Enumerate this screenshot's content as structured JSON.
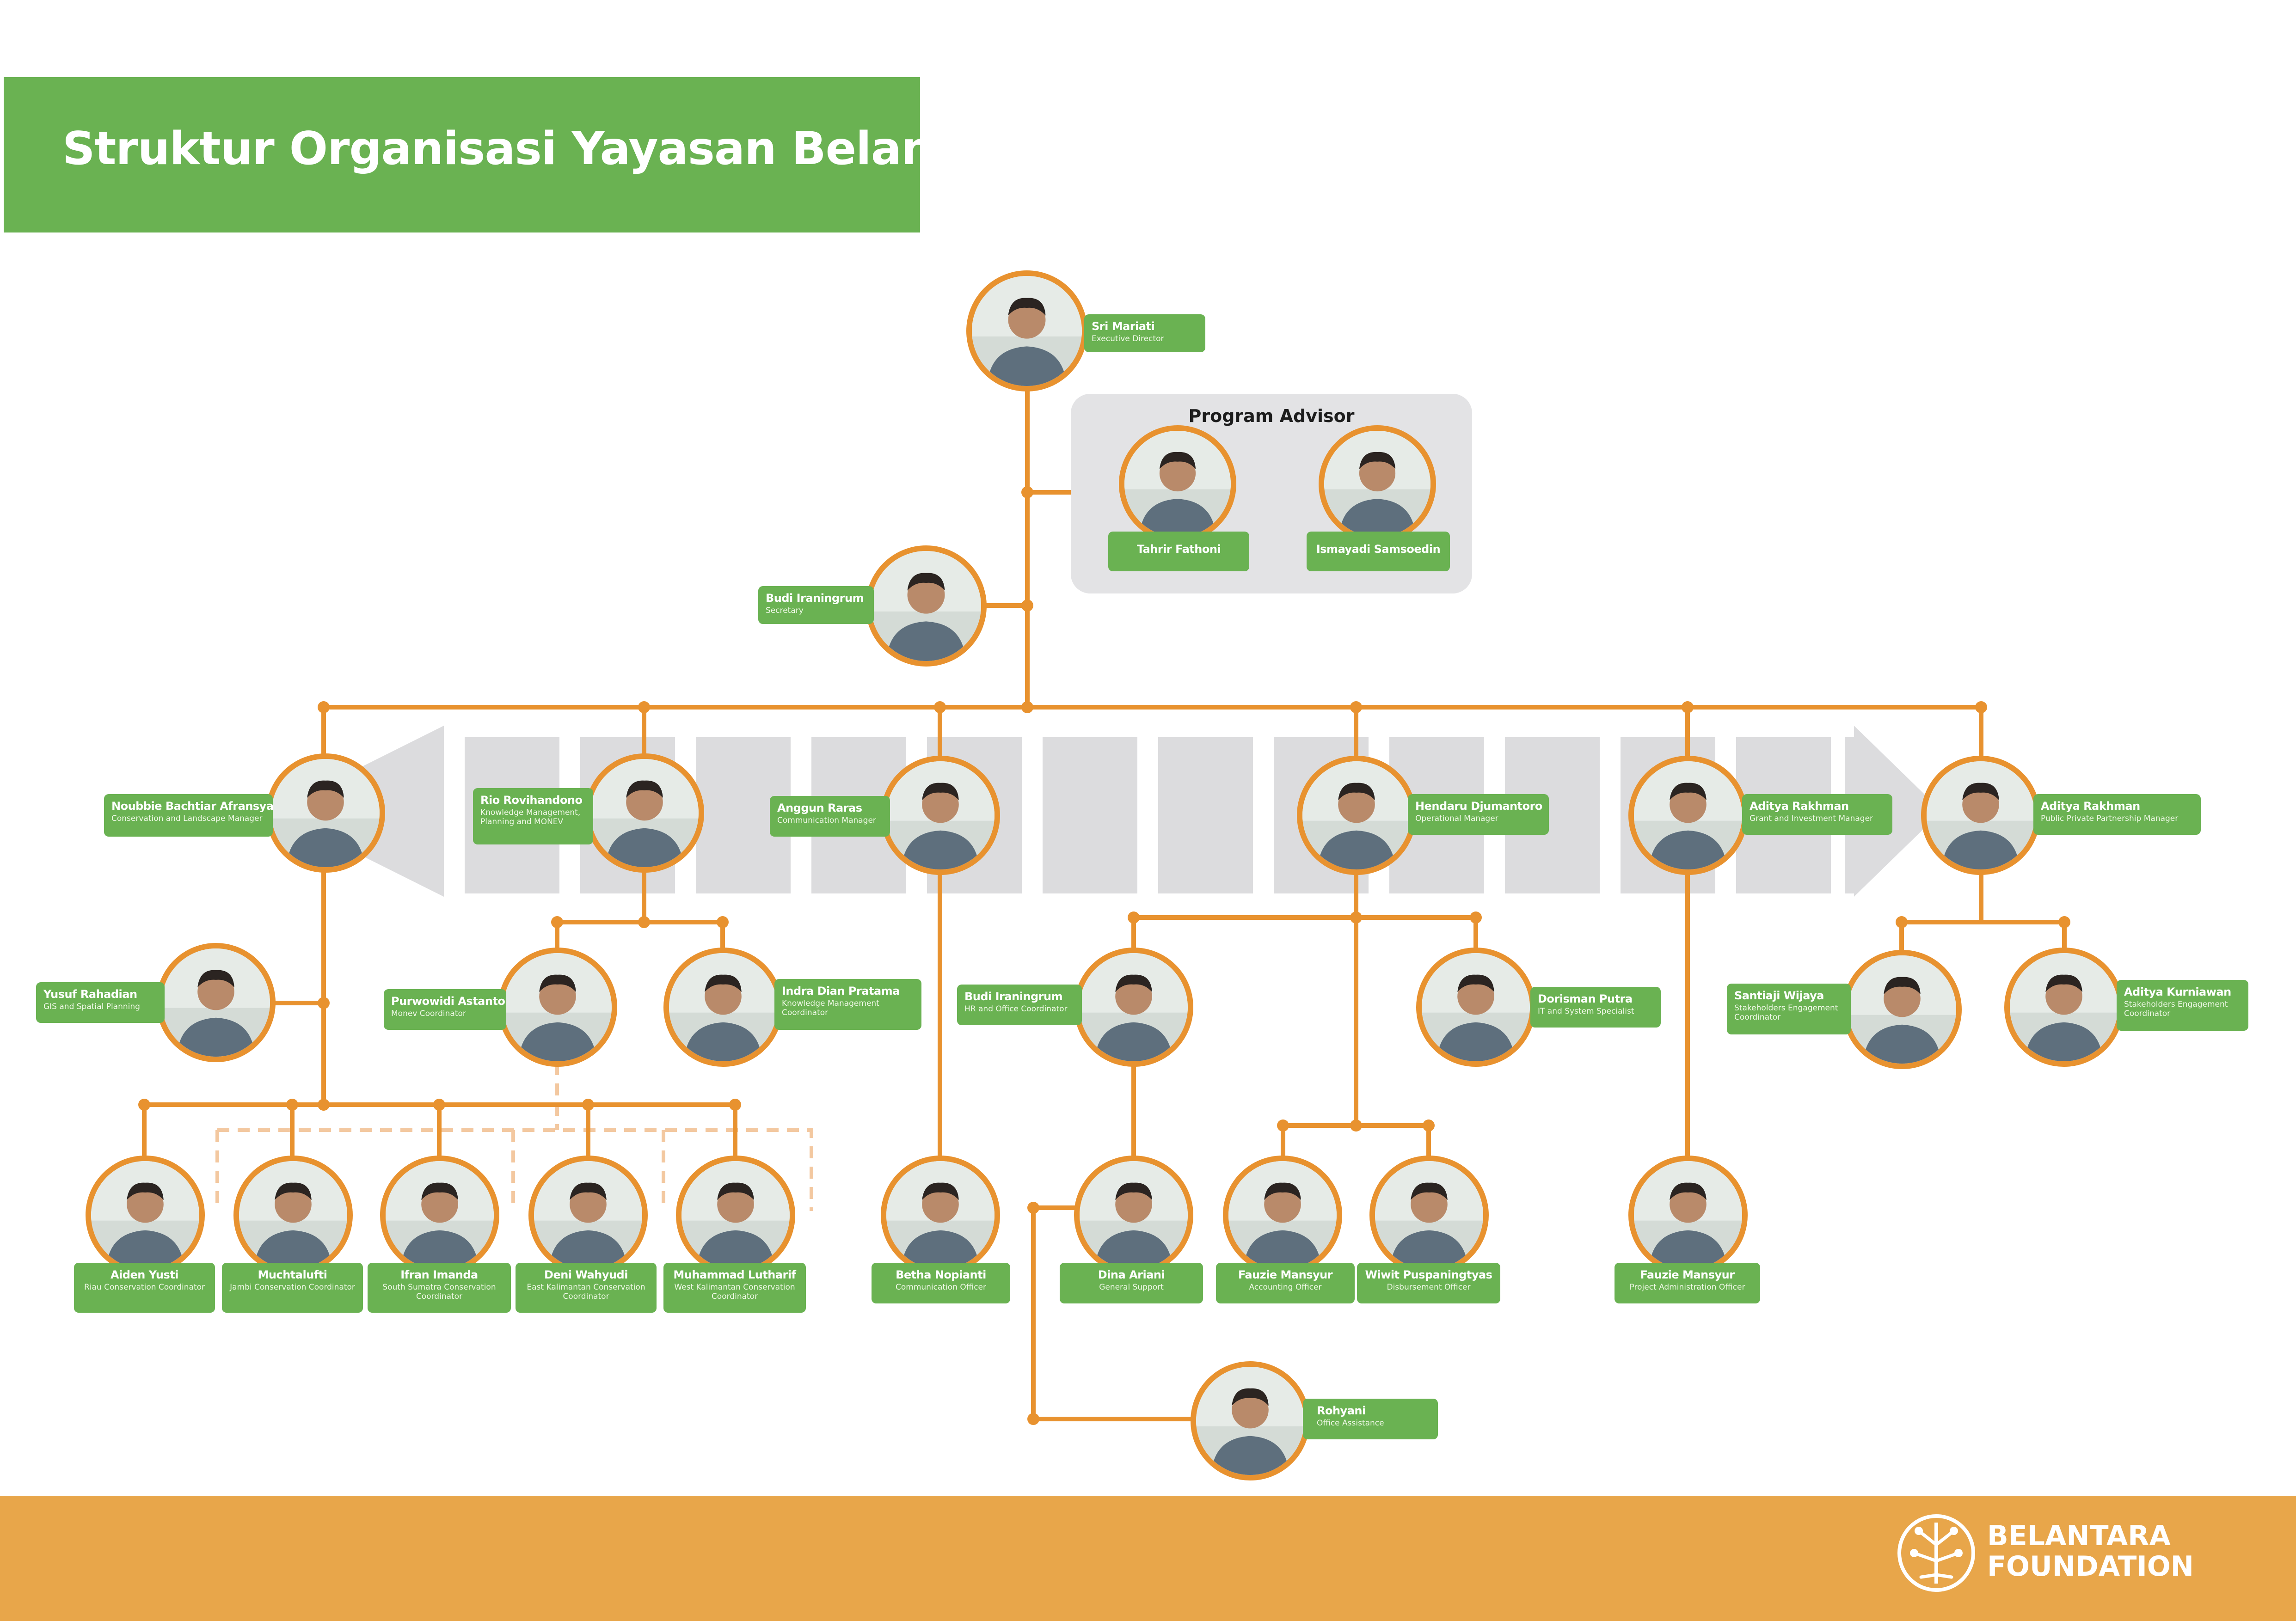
{
  "title": "Struktur Organisasi Yayasan Belantara",
  "advisor_panel": {
    "title": "Program Advisor"
  },
  "logo": {
    "line1": "BELANTARA",
    "line2": "FOUNDATION"
  },
  "colors": {
    "green": "#6ab252",
    "orange": "#e8922f",
    "footer": "#e8a64a",
    "panel": "#e3e3e5",
    "arrow": "#dcdcde"
  },
  "people": {
    "director": {
      "name": "Sri Mariati",
      "role": "Executive Director"
    },
    "advisor1": {
      "name": "Tahrir Fathoni",
      "role": ""
    },
    "advisor2": {
      "name": "Ismayadi Samsoedin",
      "role": ""
    },
    "secretary": {
      "name": "Budi Iraningrum",
      "role": "Secretary"
    },
    "noubbie": {
      "name": "Noubbie Bachtiar Afransyah",
      "role": "Conservation and Landscape Manager"
    },
    "rio": {
      "name": "Rio Rovihandono",
      "role": "Knowledge Management, Planning and MONEV"
    },
    "anggun": {
      "name": "Anggun Raras",
      "role": "Communication Manager"
    },
    "hendaru": {
      "name": "Hendaru Djumantoro",
      "role": "Operational Manager"
    },
    "aditya1": {
      "name": "Aditya Rakhman",
      "role": "Grant and Investment Manager"
    },
    "aditya2": {
      "name": "Aditya Rakhman",
      "role": "Public Private Partnership Manager"
    },
    "yusuf": {
      "name": "Yusuf Rahadian",
      "role": "GIS and Spatial Planning"
    },
    "purwowidi": {
      "name": "Purwowidi Astanto",
      "role": "Monev Coordinator"
    },
    "indra": {
      "name": "Indra Dian Pratama",
      "role": "Knowledge Management Coordinator"
    },
    "budi_hr": {
      "name": "Budi Iraningrum",
      "role": "HR and Office Coordinator"
    },
    "dorisman": {
      "name": "Dorisman Putra",
      "role": "IT and System Specialist"
    },
    "santiaji": {
      "name": "Santiaji Wijaya",
      "role": "Stakeholders Engagement Coordinator"
    },
    "kurniawan": {
      "name": "Aditya Kurniawan",
      "role": "Stakeholders Engagement Coordinator"
    },
    "aiden": {
      "name": "Aiden Yusti",
      "role": "Riau Conservation Coordinator"
    },
    "muchtalufti": {
      "name": "Muchtalufti",
      "role": "Jambi Conservation Coordinator"
    },
    "ifran": {
      "name": "Ifran Imanda",
      "role": "South Sumatra Conservation Coordinator"
    },
    "deni": {
      "name": "Deni Wahyudi",
      "role": "East Kalimantan Conservation Coordinator"
    },
    "lutharif": {
      "name": "Muhammad Lutharif",
      "role": "West Kalimantan Conservation Coordinator"
    },
    "betha": {
      "name": "Betha Nopianti",
      "role": "Communication Officer"
    },
    "dina": {
      "name": "Dina Ariani",
      "role": "General Support"
    },
    "fauzie1": {
      "name": "Fauzie Mansyur",
      "role": "Accounting Officer"
    },
    "wiwit": {
      "name": "Wiwit Puspaningtyas",
      "role": "Disbursement Officer"
    },
    "fauzie2": {
      "name": "Fauzie Mansyur",
      "role": "Project Administration Officer"
    },
    "rohyani": {
      "name": "Rohyani",
      "role": "Office Assistance"
    }
  }
}
